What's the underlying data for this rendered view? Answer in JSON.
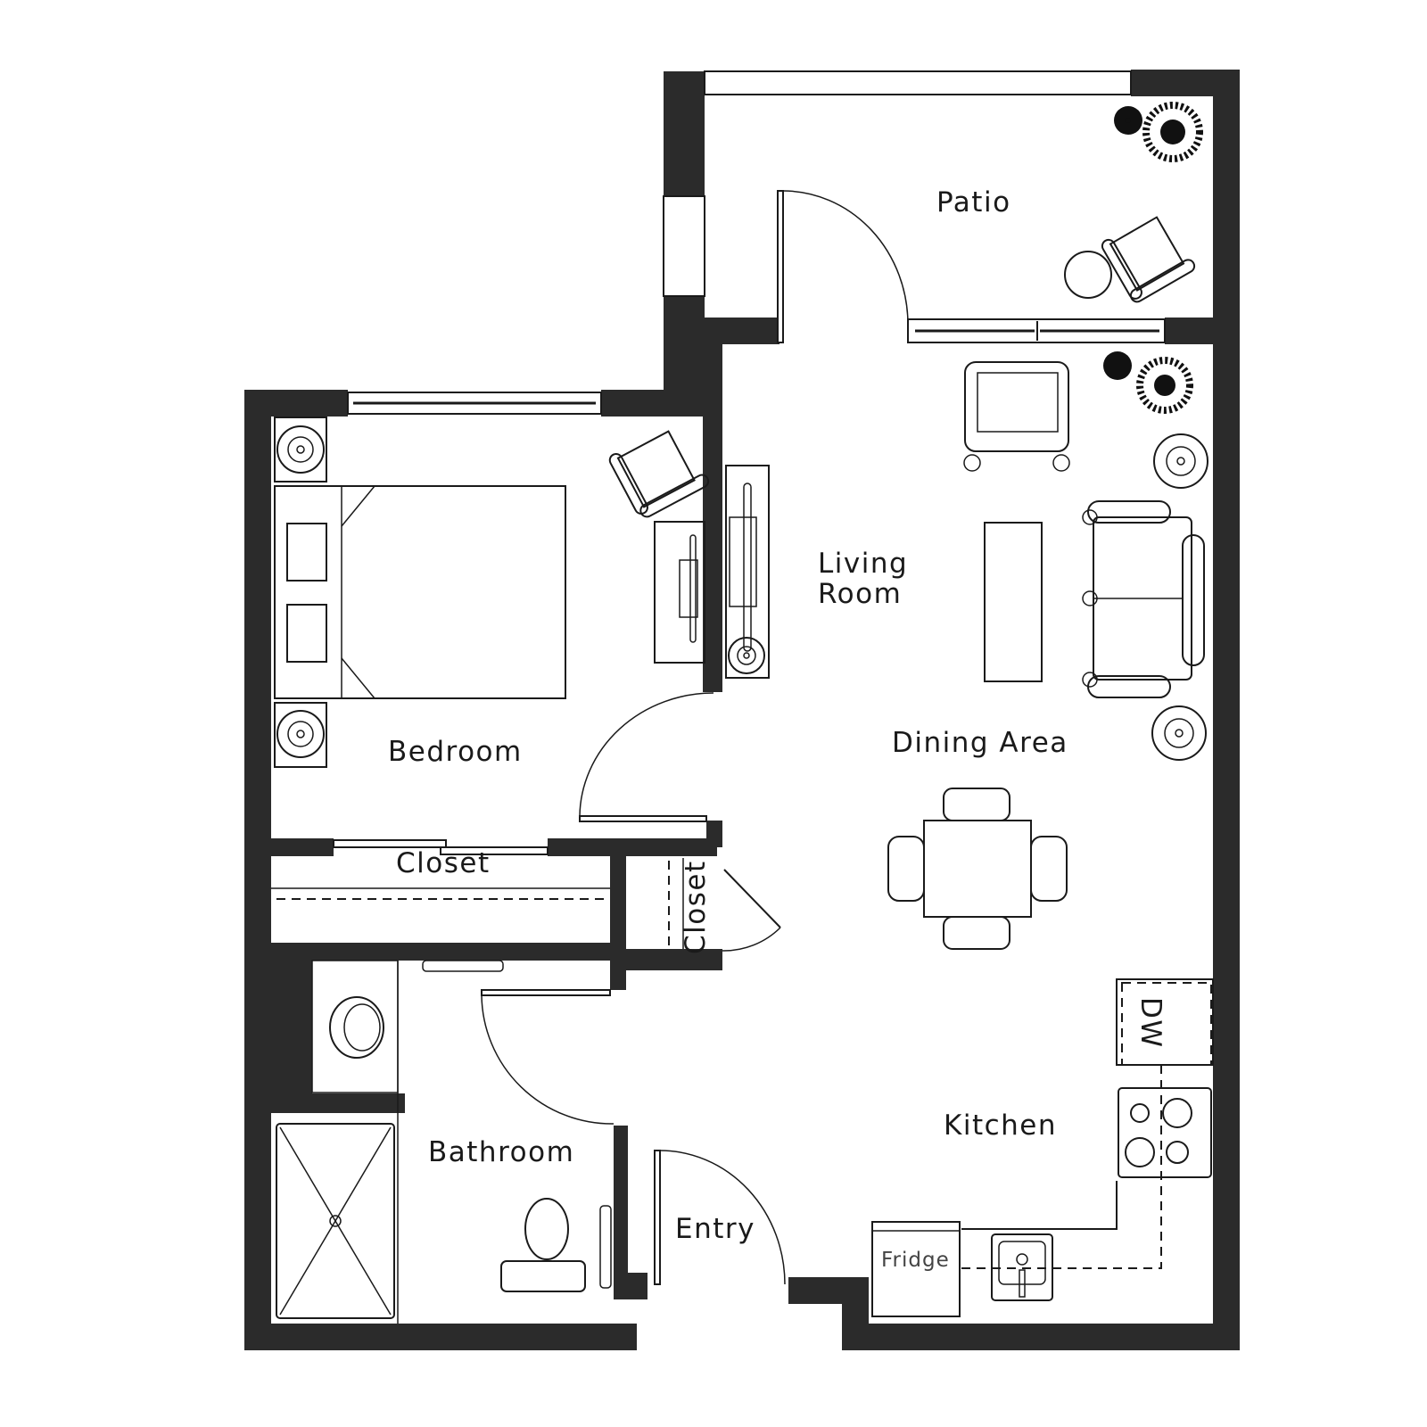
{
  "plan": {
    "type": "apartment floor plan",
    "rooms": {
      "patio": "Patio",
      "living_line1": "Living",
      "living_line2": "Room",
      "bedroom": "Bedroom",
      "dining": "Dining Area",
      "closet_main": "Closet",
      "closet_small": "Closet",
      "bathroom": "Bathroom",
      "entry": "Entry",
      "kitchen": "Kitchen"
    },
    "appliances": {
      "dishwasher": "DW",
      "fridge": "Fridge"
    },
    "colors": {
      "wall": "#2b2b2b",
      "line": "#1a1a1a",
      "background": "#ffffff"
    }
  }
}
